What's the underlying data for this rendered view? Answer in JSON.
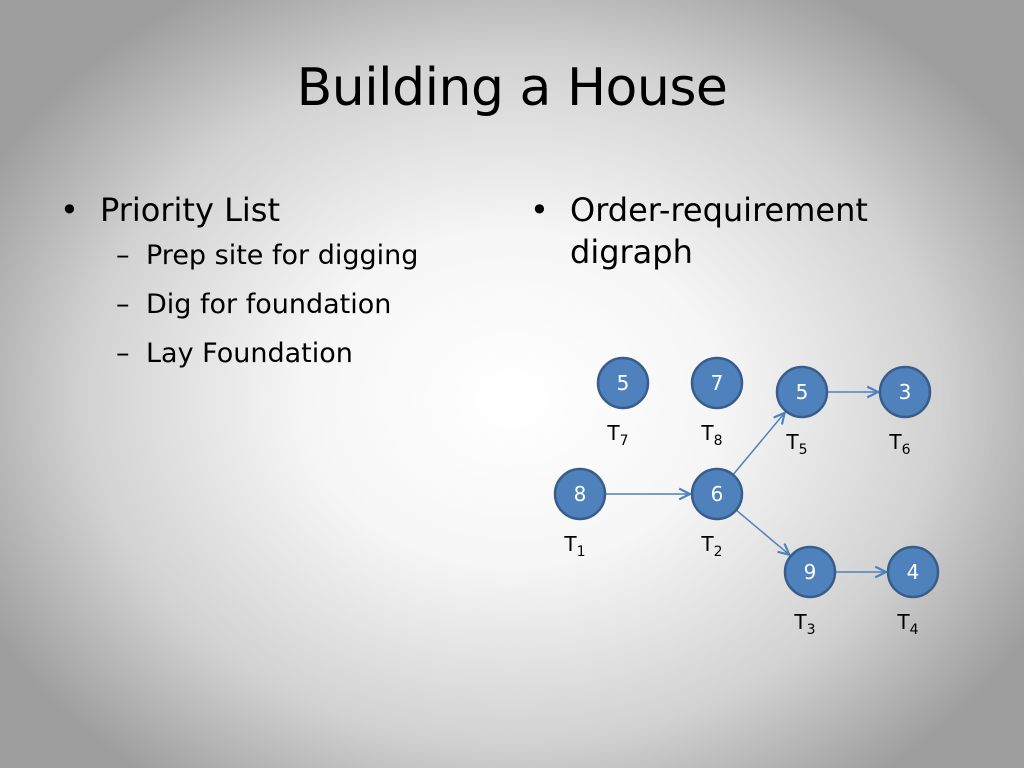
{
  "title": "Building a House",
  "left_column": {
    "bullet_symbol": "•",
    "heading": "Priority List",
    "sub_dash": "–",
    "items": [
      "Prep site for digging",
      "Dig for foundation",
      "Lay Foundation"
    ]
  },
  "right_column": {
    "bullet_symbol": "•",
    "heading_line1": "Order-requirement",
    "heading_line2": "digraph"
  },
  "digraph": {
    "node_color": "#4f81bd",
    "edge_color": "#4f81bd",
    "nodes": [
      {
        "id": "T1",
        "label_base": "T",
        "label_sub": "1",
        "value": "8"
      },
      {
        "id": "T2",
        "label_base": "T",
        "label_sub": "2",
        "value": "6"
      },
      {
        "id": "T3",
        "label_base": "T",
        "label_sub": "3",
        "value": "9"
      },
      {
        "id": "T4",
        "label_base": "T",
        "label_sub": "4",
        "value": "4"
      },
      {
        "id": "T5",
        "label_base": "T",
        "label_sub": "5",
        "value": "5"
      },
      {
        "id": "T6",
        "label_base": "T",
        "label_sub": "6",
        "value": "3"
      },
      {
        "id": "T7",
        "label_base": "T",
        "label_sub": "7",
        "value": "5"
      },
      {
        "id": "T8",
        "label_base": "T",
        "label_sub": "8",
        "value": "7"
      }
    ],
    "edges": [
      {
        "from": "T1",
        "to": "T2"
      },
      {
        "from": "T2",
        "to": "T5"
      },
      {
        "from": "T2",
        "to": "T3"
      },
      {
        "from": "T5",
        "to": "T6"
      },
      {
        "from": "T3",
        "to": "T4"
      }
    ]
  }
}
